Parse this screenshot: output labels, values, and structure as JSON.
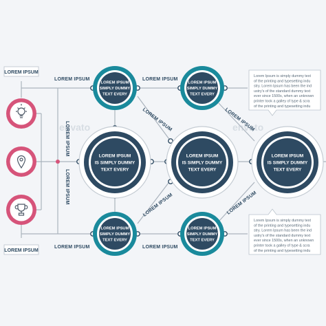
{
  "colors": {
    "teal": "#1a8a9c",
    "navy": "#2e4a62",
    "pink": "#d6547a",
    "line": "#aab3bd",
    "background": "#f3f5f8"
  },
  "corner_labels": {
    "top": "LOREM IPSUM",
    "bottom": "LOREM IPSUM"
  },
  "left_icons": [
    {
      "icon": "lightbulb-icon"
    },
    {
      "icon": "map-pin-icon"
    },
    {
      "icon": "trophy-icon"
    }
  ],
  "connector_labels": {
    "top_left": "LOREM IPSUM",
    "top_mid": "LOREM IPSUM",
    "bottom_left": "LOREM IPSUM",
    "bottom_mid": "LOREM IPSUM",
    "vert_upper": "LOREM IPSUM",
    "vert_lower": "LOREM IPSUM",
    "diag_1": "LOREM IPSUM",
    "diag_2": "LOREM IPSUM",
    "diag_3": "LOREM IPSUM",
    "diag_4": "LOREM IPSUM"
  },
  "small_circles": {
    "line1": "LOREM IPSUM",
    "line2": "SIMPLY DUMMY",
    "line3": "TEXT EVERY"
  },
  "big_circles": {
    "line1": "LOREM IPSUM",
    "line2": "IS SIMPLY DUMMY",
    "line3": "TEXT EVERY"
  },
  "desc_top": [
    "Lorem Ipsum is simply dummy text",
    "of the printing and typesetting indu",
    "stry. Lorem Ipsum has been the ind",
    "ustry's of the standard dummy text",
    "ever since 1500s, when an unknown",
    "printer took a galley of type & scra",
    "of the printing and typesetting indu"
  ],
  "desc_bottom": [
    "Lorem Ipsum is simply dummy text",
    "of the printing and typesetting indu",
    "stry. Lorem Ipsum has been the ind",
    "ustry's of the standard dummy text",
    "ever since 1500s, when an unknown",
    "printer took a galley of type & scra",
    "of the printing and typesetting indu"
  ],
  "watermark": "envato"
}
